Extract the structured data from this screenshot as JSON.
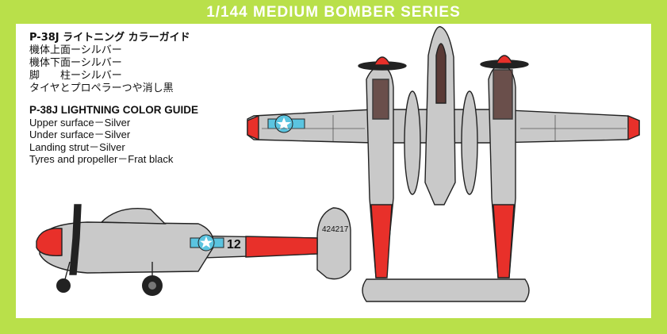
{
  "header": {
    "series_title": "1/144 MEDIUM BOMBER SERIES"
  },
  "guide_jp": {
    "title": "P-38J ライトニング カラーガイド",
    "lines": [
      "機体上面ーシルバー",
      "機体下面ーシルバー",
      "脚　　柱ーシルバー",
      "タイヤとプロペラーつや消し黒"
    ]
  },
  "guide_en": {
    "title": "P-38J LIGHTNING COLOR GUIDE",
    "lines": [
      "Upper surface－Silver",
      "Under surface－Silver",
      "Landing strut－Silver",
      "Tyres and propeller－Frat black"
    ]
  },
  "aircraft_side": {
    "serial": "424217",
    "code": "12"
  },
  "colors": {
    "background": "#b9e04a",
    "silver": "#c9c9c9",
    "red": "#e8302a",
    "insignia_blue": "#5bc4e0",
    "anti_glare": "#5a3a36",
    "black": "#222222"
  }
}
